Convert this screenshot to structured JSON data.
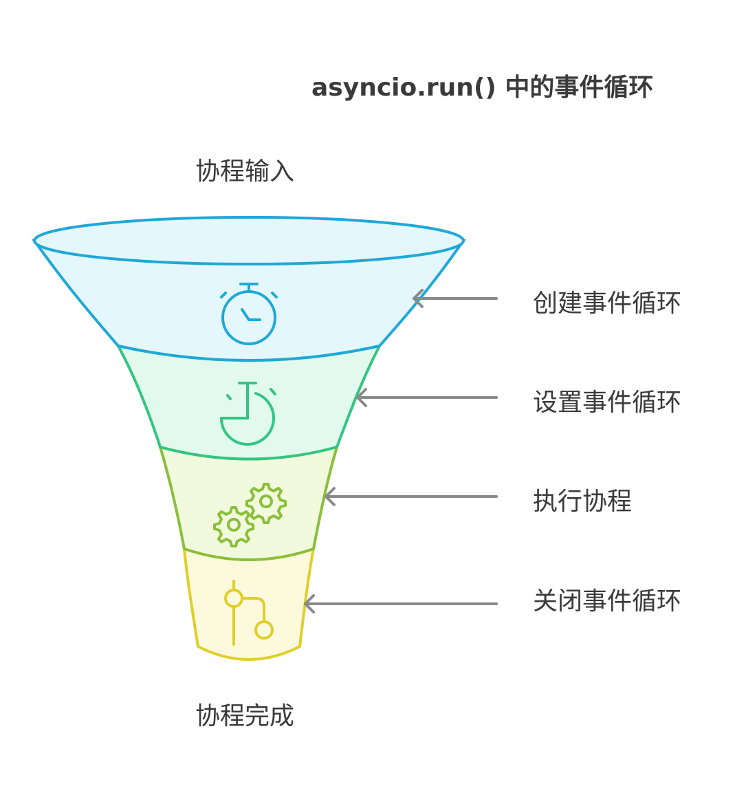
{
  "title": "asyncio.run() 中的事件循环",
  "top_label": "协程输入",
  "bottom_label": "协程完成",
  "stages": [
    {
      "label": "创建事件循环",
      "icon": "stopwatch-icon",
      "stroke": "#1fa8d8",
      "fill": "#e4f7fc"
    },
    {
      "label": "设置事件循环",
      "icon": "timer-icon",
      "stroke": "#33c583",
      "fill": "#e2faee"
    },
    {
      "label": "执行协程",
      "icon": "gears-icon",
      "stroke": "#8bbf3b",
      "fill": "#f1fadc"
    },
    {
      "label": "关闭事件循环",
      "icon": "branch-icon",
      "stroke": "#e0cf2b",
      "fill": "#fcf9dc"
    }
  ],
  "arrow_color": "#8a8a8a",
  "text_color": "#3a3a3a"
}
